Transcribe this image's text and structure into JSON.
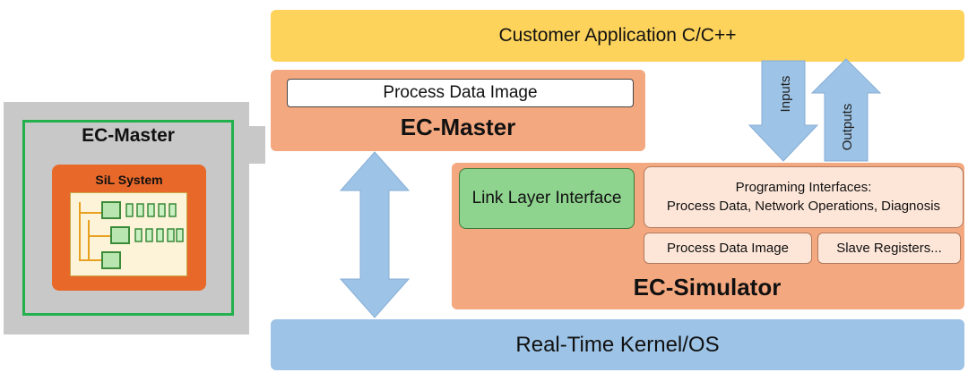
{
  "left_device": {
    "title": "EC-Master",
    "sil_title": "SiL System"
  },
  "app_bar": {
    "label": "Customer Application C/C++"
  },
  "master": {
    "title": "EC-Master",
    "process_data_image": "Process Data Image"
  },
  "arrows": {
    "inputs": "Inputs",
    "outputs": "Outputs"
  },
  "simulator": {
    "title": "EC-Simulator",
    "link_layer": "Link Layer Interface",
    "prog_interfaces_title": "Programing Interfaces:",
    "prog_interfaces_body": "Process Data, Network Operations, Diagnosis",
    "process_data_image": "Process Data Image",
    "slave_registers": "Slave Registers..."
  },
  "kernel": {
    "label": "Real-Time Kernel/OS"
  },
  "colors": {
    "app_bar": "#fdd35c",
    "master": "#f4a880",
    "kernel": "#9dc3e6",
    "link_layer": "#8ed38e",
    "device_border": "#22b14c",
    "sil_box": "#e8682a",
    "arrow": "#9dc3e6"
  }
}
